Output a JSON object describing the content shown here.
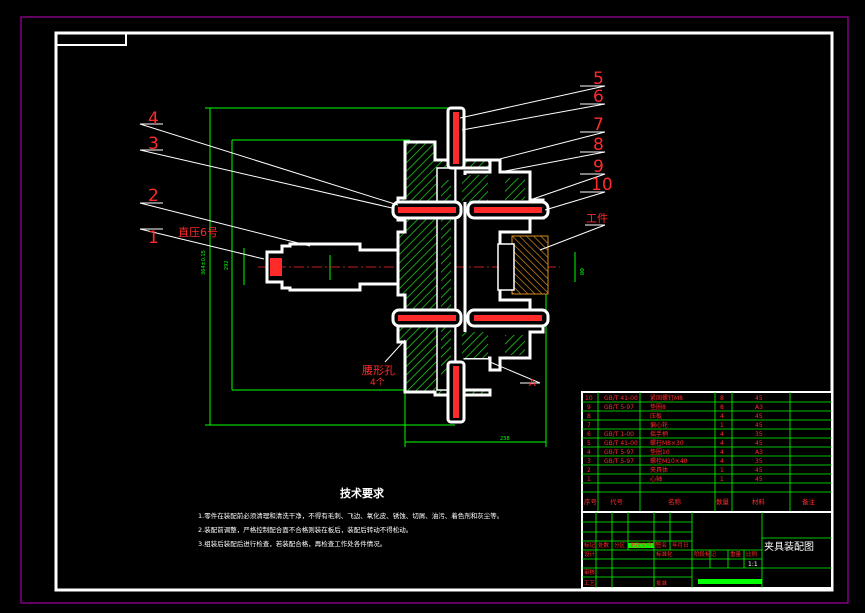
{
  "balloons": [
    "1",
    "2",
    "3",
    "4",
    "5",
    "6",
    "7",
    "8",
    "9",
    "10"
  ],
  "callouts": {
    "bracket": "直压6号",
    "workpiece": "工件",
    "waist_hole": "腰形孔",
    "waist_hole_count": "4个",
    "section": "A"
  },
  "tech_req": {
    "title": "技术要求",
    "lines": [
      "1.零件在装配前必须清理和清洗干净，不得有毛刺、飞边、氧化皮、锈蚀、切屑、油污、着色剂和灰尘等。",
      "2.装配前调整，严格控制配合面不合格则装在板后，装配后转动不得松动。",
      "3.组装后装配后进行检查，若装配合格，再检查工作处各件情况。"
    ]
  },
  "bom": {
    "headers": [
      "序号",
      "代号",
      "名称",
      "数量",
      "材料",
      "备注"
    ],
    "rows": [
      {
        "no": "10",
        "code": "GB/T 41-00",
        "name": "紧固螺钉M8",
        "qty": "8",
        "mat": "45"
      },
      {
        "no": "9",
        "code": "GB/T 5-97",
        "name": "垫圈8",
        "qty": "8",
        "mat": "A3"
      },
      {
        "no": "8",
        "code": "",
        "name": "压板",
        "qty": "4",
        "mat": "45"
      },
      {
        "no": "7",
        "code": "",
        "name": "偏心轮",
        "qty": "1",
        "mat": "45"
      },
      {
        "no": "6",
        "code": "GB/T 1-00",
        "name": "摇手柄",
        "qty": "4",
        "mat": "35"
      },
      {
        "no": "5",
        "code": "GB/T 41-00",
        "name": "螺柱M8×30",
        "qty": "4",
        "mat": "45"
      },
      {
        "no": "4",
        "code": "GB/T 5-97",
        "name": "垫圈10",
        "qty": "4",
        "mat": "A3"
      },
      {
        "no": "3",
        "code": "GB/T 5-97",
        "name": "螺栓M10×40",
        "qty": "4",
        "mat": "35"
      },
      {
        "no": "2",
        "code": "",
        "name": "夹具体",
        "qty": "1",
        "mat": "45"
      },
      {
        "no": "1",
        "code": "",
        "name": "心轴",
        "qty": "1",
        "mat": "45"
      }
    ]
  },
  "title_block": {
    "drawing_name": "夹具装配图",
    "scale": "1:1",
    "labels": [
      "标记",
      "处数",
      "分区",
      "更改文件号",
      "签名",
      "年月日",
      "设计",
      "标准化",
      "审核",
      "工艺",
      "批准",
      "阶段标记",
      "重量",
      "比例"
    ]
  }
}
